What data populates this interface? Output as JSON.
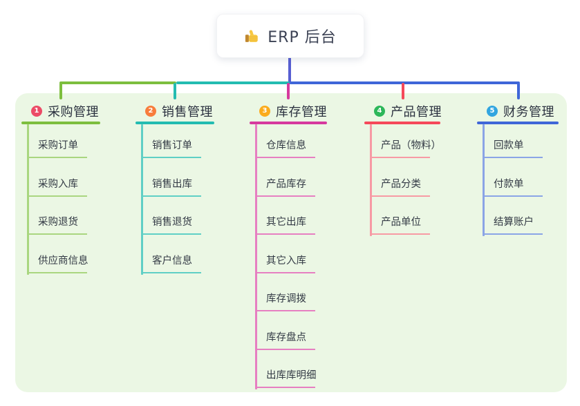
{
  "root": {
    "title": "ERP 后台",
    "icon": "thumbs-up-icon"
  },
  "colors": {
    "trunk_line": "#575ed2",
    "panel_background": "#ebf7e4",
    "root_title_text": "#3c4254",
    "branch_label_text": "#2b313f",
    "leaf_text": "#333a45"
  },
  "branches": [
    {
      "index": "1",
      "label": "采购管理",
      "badge_color": "#ec4b66",
      "line_color": "#7dbe3e",
      "tint_color": "#a9d67f",
      "items": [
        "采购订单",
        "采购入库",
        "采购退货",
        "供应商信息"
      ]
    },
    {
      "index": "2",
      "label": "销售管理",
      "badge_color": "#f87d3c",
      "line_color": "#23bcb1",
      "tint_color": "#5fcfc5",
      "items": [
        "销售订单",
        "销售出库",
        "销售退货",
        "客户信息"
      ]
    },
    {
      "index": "3",
      "label": "库存管理",
      "badge_color": "#fbab1d",
      "line_color": "#d6399e",
      "tint_color": "#e67fc1",
      "items": [
        "仓库信息",
        "产品库存",
        "其它出库",
        "其它入库",
        "库存调拨",
        "库存盘点",
        "出库库明细"
      ]
    },
    {
      "index": "4",
      "label": "产品管理",
      "badge_color": "#2db75a",
      "line_color": "#f5495a",
      "tint_color": "#f79aa4",
      "items": [
        "产品（物料）",
        "产品分类",
        "产品单位"
      ]
    },
    {
      "index": "5",
      "label": "财务管理",
      "badge_color": "#31a5e0",
      "line_color": "#3f66d8",
      "tint_color": "#8aa4e6",
      "items": [
        "回款单",
        "付款单",
        "结算账户"
      ]
    }
  ]
}
